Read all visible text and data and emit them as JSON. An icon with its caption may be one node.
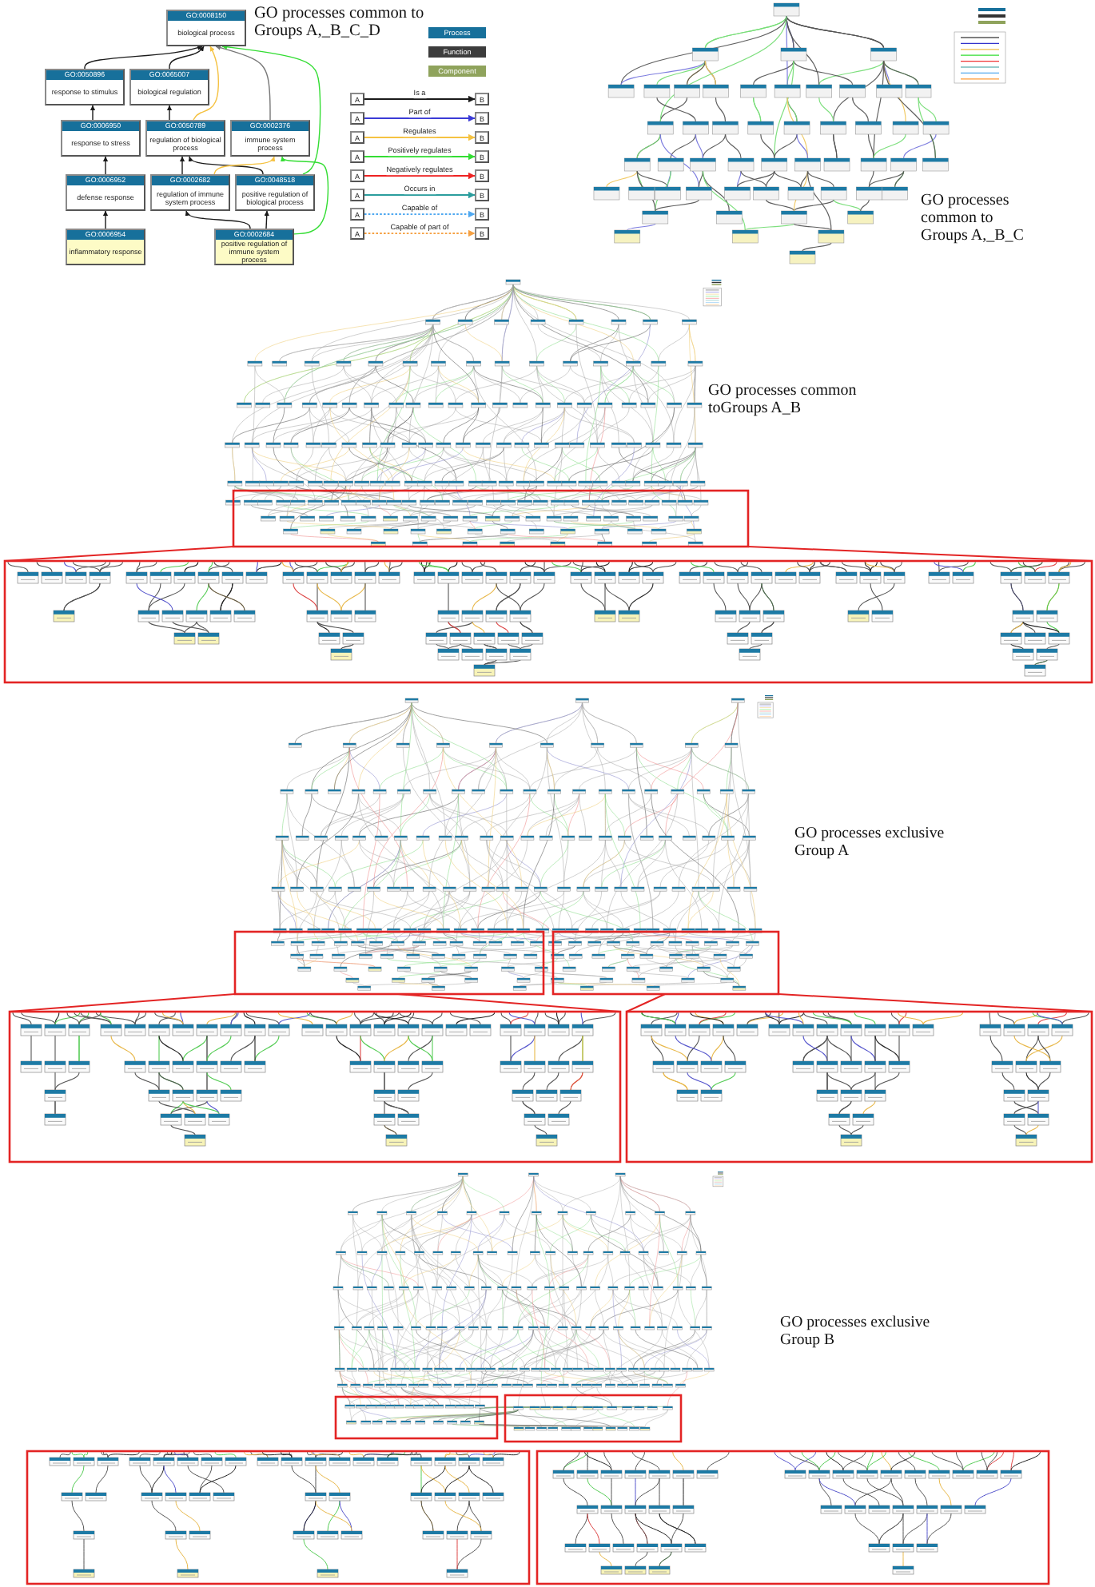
{
  "diagram": {
    "nodes": [
      {
        "text": [
          "GO:0008150",
          "biological process"
        ]
      },
      {
        "text": [
          "GO:0050896",
          "response to stimulus"
        ]
      },
      {
        "text": [
          "GO:0065007",
          "biological regulation"
        ]
      },
      {
        "text": [
          "GO:0006950",
          "response to stress"
        ]
      },
      {
        "text": [
          "GO:0050789",
          "regulation of biological process"
        ]
      },
      {
        "text": [
          "GO:0002376",
          "immune system process"
        ]
      },
      {
        "text": [
          "GO:0006952",
          "defense response"
        ]
      },
      {
        "text": [
          "GO:0002682",
          "regulation of immune system process"
        ]
      },
      {
        "text": [
          "GO:0048518",
          "positive regulation of biological process"
        ]
      },
      {
        "text": [
          "GO:0006954",
          "inflammatory response"
        ]
      },
      {
        "text": [
          "GO:0002684",
          "positive regulation of immune system process"
        ]
      },
      {
        "text": [
          "A"
        ]
      },
      {
        "text": [
          "B"
        ]
      },
      {
        "text": [
          "A"
        ]
      },
      {
        "text": [
          "B"
        ]
      },
      {
        "text": [
          "A"
        ]
      },
      {
        "text": [
          "B"
        ]
      },
      {
        "text": [
          "A"
        ]
      },
      {
        "text": [
          "B"
        ]
      },
      {
        "text": [
          "A"
        ]
      },
      {
        "text": [
          "B"
        ]
      },
      {
        "text": [
          "A"
        ]
      },
      {
        "text": [
          "B"
        ]
      },
      {
        "text": [
          "A"
        ]
      },
      {
        "text": [
          "B"
        ]
      },
      {
        "text": [
          "A"
        ]
      },
      {
        "text": [
          "B"
        ]
      }
    ],
    "edges": [
      {
        "from": 1,
        "to": 0,
        "arrow": "to"
      },
      {
        "from": 2,
        "to": 0,
        "arrow": "to"
      },
      {
        "from": 4,
        "to": 0,
        "arrow": "to",
        "color": "#f5c242"
      },
      {
        "from": 5,
        "to": 0,
        "arrow": "to",
        "color": "#777777"
      },
      {
        "from": 8,
        "to": 0,
        "arrow": "to",
        "color": "#33dd33"
      },
      {
        "from": 3,
        "to": 1,
        "arrow": "to"
      },
      {
        "from": 4,
        "to": 2,
        "arrow": "to"
      },
      {
        "from": 6,
        "to": 3,
        "arrow": "to"
      },
      {
        "from": 9,
        "to": 6,
        "arrow": "to"
      },
      {
        "from": 7,
        "to": 4,
        "arrow": "to"
      },
      {
        "from": 8,
        "to": 4,
        "arrow": "to"
      },
      {
        "from": 7,
        "to": 5,
        "arrow": "to",
        "color": "#f5c242"
      },
      {
        "from": 10,
        "to": 7,
        "arrow": "to"
      },
      {
        "from": 10,
        "to": 8,
        "arrow": "to"
      },
      {
        "from": 10,
        "to": 5,
        "arrow": "to",
        "color": "#33dd33"
      },
      {
        "from": 11,
        "to": 12,
        "arrow": "to",
        "label": "Is a"
      },
      {
        "from": 13,
        "to": 14,
        "arrow": "to",
        "label": "Part of",
        "color": "#3b3bd6"
      },
      {
        "from": 15,
        "to": 16,
        "arrow": "to",
        "label": "Regulates",
        "color": "#f5c242"
      },
      {
        "from": 17,
        "to": 18,
        "arrow": "to",
        "label": "Positively regulates",
        "color": "#33dd33"
      },
      {
        "from": 19,
        "to": 20,
        "arrow": "to",
        "label": "Negatively regulates",
        "color": "#ee2222"
      },
      {
        "from": 21,
        "to": 22,
        "arrow": "to",
        "label": "Occurs in",
        "color": "#2a9d9d"
      },
      {
        "from": 23,
        "to": 24,
        "arrow": "to",
        "label": "Capable of",
        "style": "dashed",
        "color": "#4fa8f0"
      },
      {
        "from": 25,
        "to": 26,
        "arrow": "to",
        "label": "Capable of part of",
        "style": "dashed",
        "color": "#f5a042"
      }
    ],
    "labels": [
      "GO processes common to Groups A,_B_C_D",
      "GO processes common to Groups A,_B_C",
      "GO processes common toGroups A_B",
      "GO processes exclusive Group A",
      "GO processes exclusive Group B"
    ],
    "legend": [
      {
        "text": "Process",
        "color": "#17709b"
      },
      {
        "text": "Function",
        "color": "#3c3c3c"
      },
      {
        "text": "Component",
        "color": "#8fa35c"
      }
    ]
  }
}
